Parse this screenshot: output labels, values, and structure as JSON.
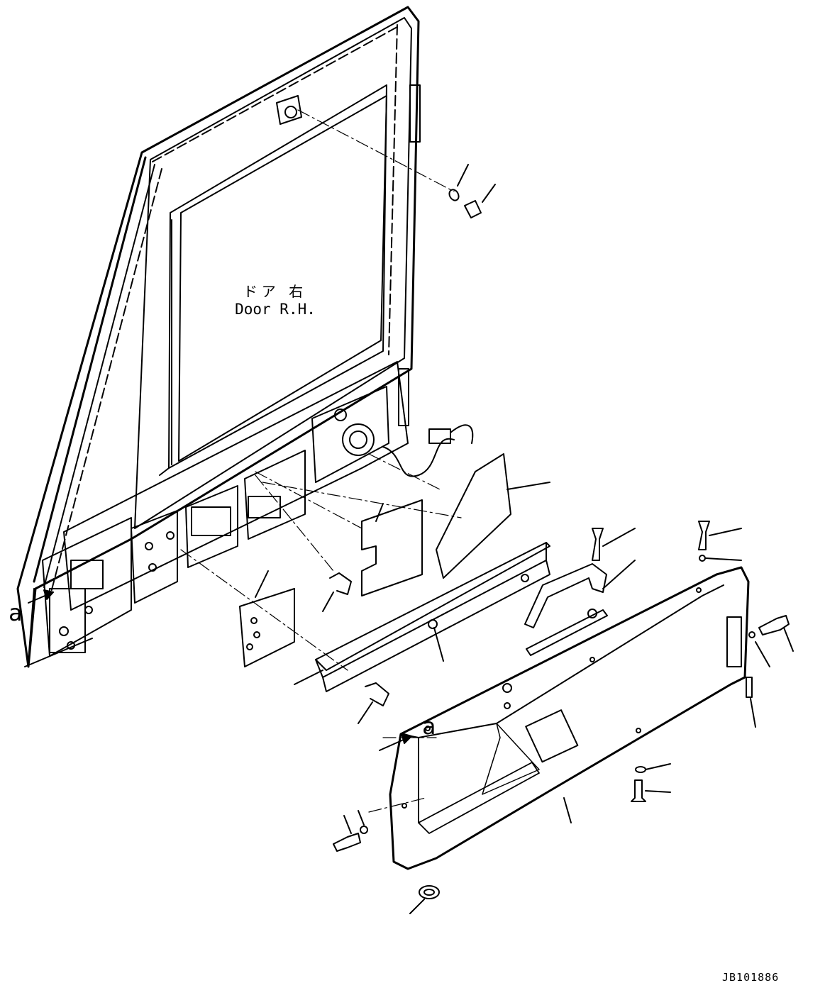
{
  "labels": {
    "part_name_jp": "ドア 右",
    "part_name_en": "Door R.H.",
    "view_marker": "a",
    "drawing_number": "JB101886"
  }
}
